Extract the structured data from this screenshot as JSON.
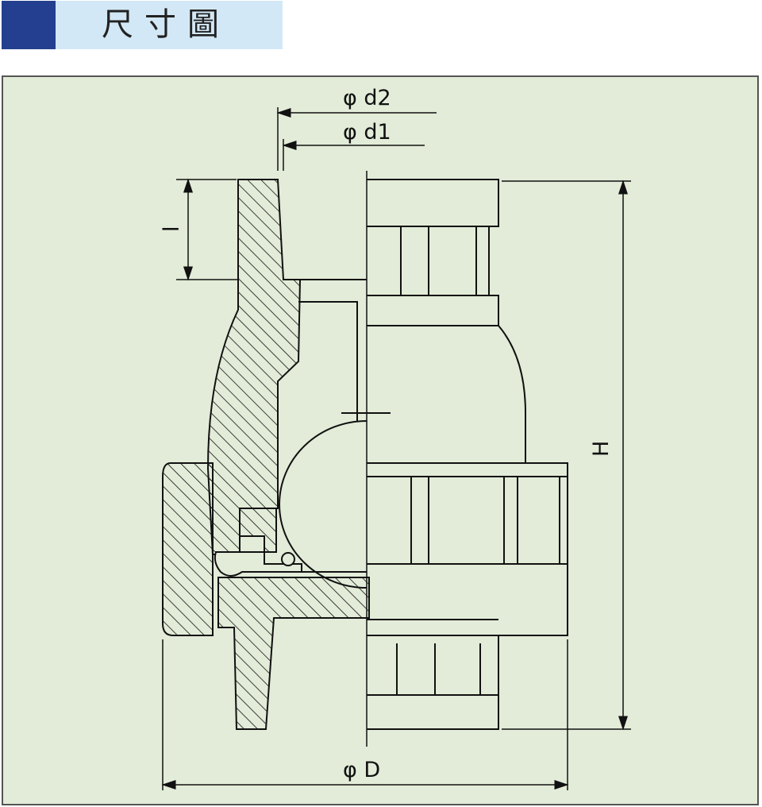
{
  "header": {
    "title": "尺寸圖",
    "accent_color": "#243f8f",
    "band_color": "#d3e8f6"
  },
  "drawing": {
    "background": "#e2ecd8",
    "labels": {
      "d2": "φ d2",
      "d1": "φ d1",
      "l": "l",
      "H": "H",
      "D": "φ D"
    }
  }
}
